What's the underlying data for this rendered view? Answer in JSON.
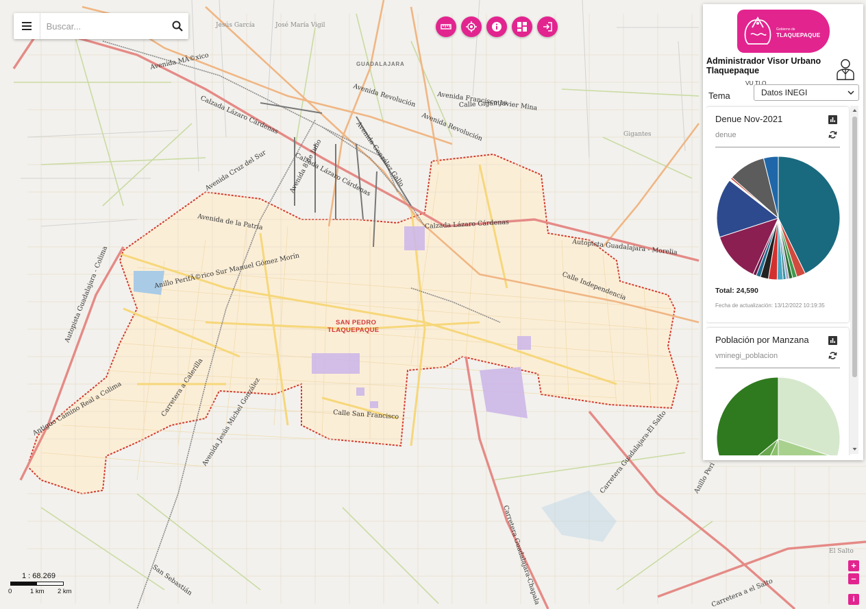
{
  "search": {
    "placeholder": "Buscar...",
    "menu_icon": "menu-icon",
    "search_icon": "search-icon"
  },
  "toolbar": [
    {
      "name": "ruler-button",
      "icon": "ruler-icon"
    },
    {
      "name": "locate-button",
      "icon": "crosshair-icon"
    },
    {
      "name": "info-button",
      "icon": "info-icon"
    },
    {
      "name": "layers-button",
      "icon": "dashboard-icon"
    },
    {
      "name": "logout-button",
      "icon": "logout-icon"
    }
  ],
  "brand": {
    "caption_line1": "Gobierno de",
    "name": "TLAQUEPAQUE",
    "color": "#e2248f"
  },
  "panel": {
    "title": "Administrador Visor Urbano Tlaquepaque",
    "user_code": "VU TLQ",
    "tema_label": "Tema",
    "tema_value": "Datos INEGI"
  },
  "widgets": {
    "denue": {
      "title": "Denue Nov-2021",
      "source": "denue",
      "total": "Total: 24,590",
      "updated": "Fecha de actualización: 13/12/2022 10:19:35"
    },
    "poblacion": {
      "title": "Población por Manzana",
      "source": "vminegi_poblacion"
    }
  },
  "map_labels": {
    "jesus_garcia": "Jesús García",
    "jose_maria_vigil": "José María Vigil",
    "guadalajara": "GUADALAJARA",
    "av_mexico": "Avenida MÃ©xico",
    "av_revolucion": "Avenida Revolución",
    "av_revolucion2": "Avenida Revolución",
    "av_fj_mina": "Avenida Francisco Javier Mina",
    "calle_gigantes": "Calle Gigantes",
    "calz_lazaro": "Calzada Lázaro Cárdenas",
    "calz_lazaro2": "Calzada Lázaro Cárdenas",
    "calz_lazaro3": "Calzada Lázaro Cárdenas",
    "av_gonzalez_gallo": "Avenida González Gallo",
    "av_8_julio": "Avenida 8 de Julio",
    "av_cruz_sur": "Avenida Cruz del Sur",
    "av_patria": "Avenida de la Patria",
    "autopista_morelia": "Autopista Guadalajara - Morelia",
    "calle_independencia": "Calle Independencia",
    "anillo_periferico": "Anillo PerifÃ©rico Sur Manuel Gómez Morín",
    "autopista_colima": "Autopista Guadalajara - Colima",
    "carretera_calerilla": "Carretera a Calerilla",
    "antiguo_camino": "Antiguo Camino Real a Colima",
    "av_jesus_michel": "Avenida Jesús Michel González",
    "calle_san_francisco": "Calle San Francisco",
    "san_pedro": "SAN PEDRO",
    "tlaquepaque": "TLAQUEPAQUE",
    "carr_chapala": "Carretera Guadalajara-Chapala",
    "carr_el_salto": "Carretera Guadalajara-El Salto",
    "carr_el_salto2": "Carretera a el Salto",
    "anillo_peri2": "Anillo Peri",
    "el_salto": "El Salto",
    "san_sebastian": "San Sebastián",
    "gigantes": "Gigantes"
  },
  "scale": {
    "ratio": "1 : 68.269",
    "tick0": "0",
    "tick1": "1 km",
    "tick2": "2 km"
  },
  "map_controls": {
    "zoom_in": "+",
    "zoom_out": "–",
    "info": "i"
  },
  "chart_data": [
    {
      "type": "pie",
      "title": "Denue Nov-2021",
      "series": [
        {
          "values": [
            44.5,
            2.4,
            1.2,
            1.0,
            0.8,
            0.8,
            1.6,
            2.4,
            2.2,
            1.2,
            0.9,
            13.8,
            16.1,
            0.5,
            0.5,
            10.1,
            4.0
          ],
          "colors": [
            "#196a7e",
            "#d14a3e",
            "#3f9a4d",
            "#2d6b2f",
            "#a7a9cc",
            "#3e8f9c",
            "#4aa7c2",
            "#d3312f",
            "#222222",
            "#1f6b8f",
            "#6a1748",
            "#8b1f52",
            "#2e4a8e",
            "#ffffff",
            "#c0392b",
            "#5c5c5c",
            "#1f67a8"
          ]
        }
      ]
    },
    {
      "type": "pie",
      "title": "Población por Manzana",
      "series": [
        {
          "values": [
            30,
            20,
            7,
            7,
            36
          ],
          "colors": [
            "#d5e8cc",
            "#a9d18e",
            "#8cc06b",
            "#6aa84f",
            "#2f7a1f"
          ]
        }
      ]
    }
  ]
}
